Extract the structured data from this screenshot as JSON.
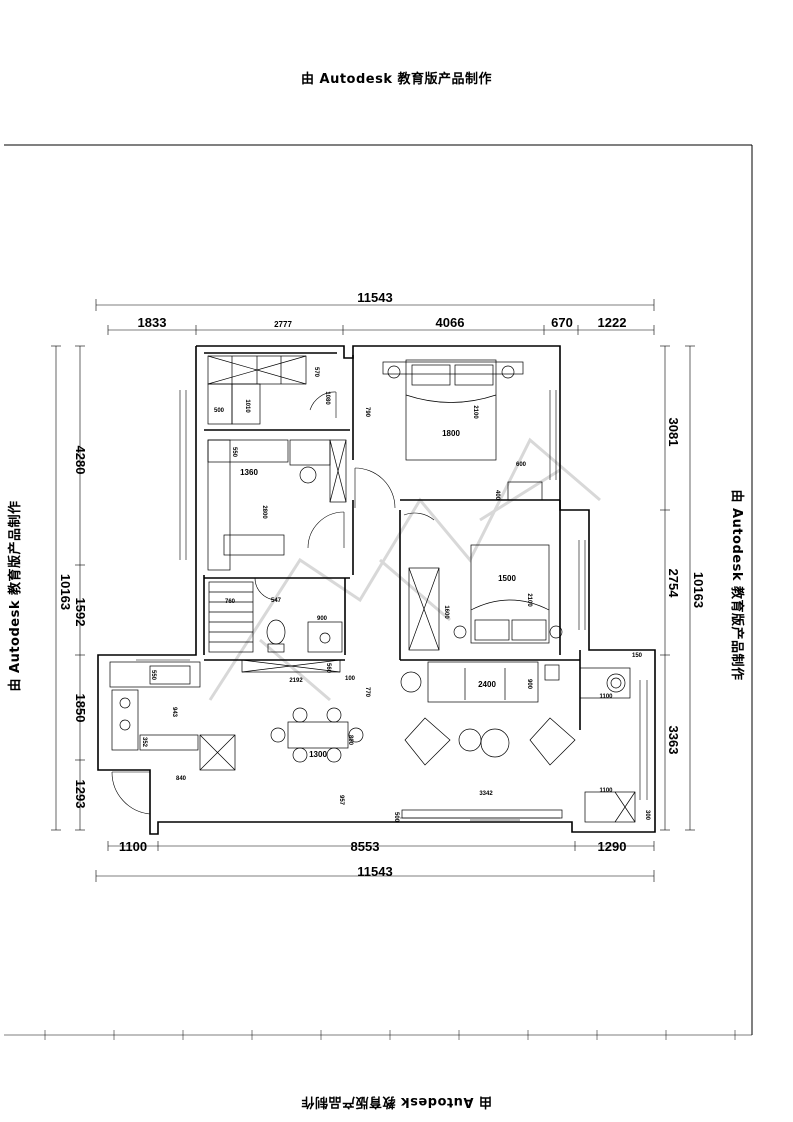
{
  "watermarks": {
    "top": "由 Autodesk 教育版产品制作",
    "left": "由 Autodesk 教育版产品制作",
    "right": "由 Autodesk 教育版产品制作",
    "bottom": "由 Autodesk 教育版产品制作"
  },
  "dims": {
    "top_total": "11543",
    "top_1": "1833",
    "top_2": "2777",
    "top_3": "4066",
    "top_4": "670",
    "top_5": "1222",
    "bottom_1": "1100",
    "bottom_2": "8553",
    "bottom_3": "1290",
    "bottom_total": "11543",
    "left_total": "10163",
    "left_1": "4280",
    "left_2": "1592",
    "left_3": "1850",
    "left_4": "1293",
    "right_total": "10163",
    "right_1": "3081",
    "right_2": "2754",
    "right_3": "3363"
  },
  "interior_labels": {
    "wardrobe_500": "500",
    "wardrobe_1010": "1010",
    "dim_570": "570",
    "dim_1080": "1080",
    "dim_790": "790",
    "bed1_1800": "1800",
    "bed1_2100": "2100",
    "dim_550": "550",
    "study_1360": "1360",
    "study_2800": "2800",
    "desk_600": "600",
    "desk_400": "400",
    "bed2_1500": "1500",
    "bed2_2100": "2100",
    "wardrobe_1600": "1600",
    "bath_760": "760",
    "bath_547": "547",
    "bath_900": "900",
    "cab_2192": "2192",
    "cab_560": "560",
    "cab_100": "100",
    "sofa_2400": "2400",
    "sofa_900": "900",
    "dining_1300": "1300",
    "dining_800": "800",
    "kitchen_550": "550",
    "kitchen_943": "943",
    "kitchen_840": "840",
    "kitchen_352": "352",
    "tv_3342": "3342",
    "dim_957": "957",
    "dim_500b": "500",
    "laundry_1100a": "1100",
    "laundry_1100b": "1100",
    "laundry_150": "150",
    "laundry_300": "300",
    "dim_770": "770"
  }
}
